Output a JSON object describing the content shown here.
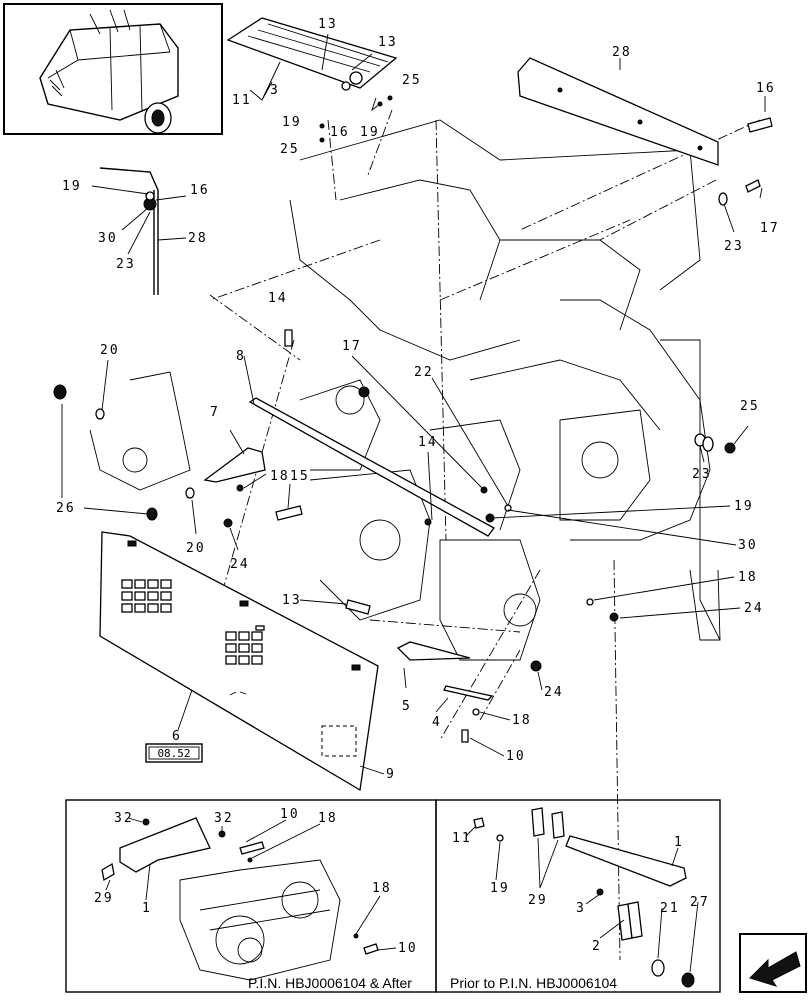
{
  "callouts": [
    {
      "id": "c-11-top",
      "label": "11"
    },
    {
      "id": "c-3-top",
      "label": "3"
    },
    {
      "id": "c-13-top-a",
      "label": "13"
    },
    {
      "id": "c-13-top-b",
      "label": "13"
    },
    {
      "id": "c-25-top-a",
      "label": "25"
    },
    {
      "id": "c-19-top-a",
      "label": "19"
    },
    {
      "id": "c-16-top",
      "label": "16"
    },
    {
      "id": "c-19-top-b",
      "label": "19"
    },
    {
      "id": "c-25-top-b",
      "label": "25"
    },
    {
      "id": "c-28-top",
      "label": "28"
    },
    {
      "id": "c-16-right",
      "label": "16"
    },
    {
      "id": "c-17-right",
      "label": "17"
    },
    {
      "id": "c-23-right",
      "label": "23"
    },
    {
      "id": "c-19-left",
      "label": "19"
    },
    {
      "id": "c-16-left",
      "label": "16"
    },
    {
      "id": "c-30-left",
      "label": "30"
    },
    {
      "id": "c-23-left",
      "label": "23"
    },
    {
      "id": "c-28-left",
      "label": "28"
    },
    {
      "id": "c-14-mid",
      "label": "14"
    },
    {
      "id": "c-20-a",
      "label": "20"
    },
    {
      "id": "c-8",
      "label": "8"
    },
    {
      "id": "c-17-mid",
      "label": "17"
    },
    {
      "id": "c-22",
      "label": "22"
    },
    {
      "id": "c-25-mid",
      "label": "25"
    },
    {
      "id": "c-7",
      "label": "7"
    },
    {
      "id": "c-14-b",
      "label": "14"
    },
    {
      "id": "c-18-a",
      "label": "18"
    },
    {
      "id": "c-15",
      "label": "15"
    },
    {
      "id": "c-23-mid",
      "label": "23"
    },
    {
      "id": "c-19-mid",
      "label": "19"
    },
    {
      "id": "c-26",
      "label": "26"
    },
    {
      "id": "c-20-b",
      "label": "20"
    },
    {
      "id": "c-24-a",
      "label": "24"
    },
    {
      "id": "c-30-mid",
      "label": "30"
    },
    {
      "id": "c-18-b",
      "label": "18"
    },
    {
      "id": "c-13-mid",
      "label": "13"
    },
    {
      "id": "c-24-b",
      "label": "24"
    },
    {
      "id": "c-24-c",
      "label": "24"
    },
    {
      "id": "c-5",
      "label": "5"
    },
    {
      "id": "c-4",
      "label": "4"
    },
    {
      "id": "c-18-c",
      "label": "18"
    },
    {
      "id": "c-10-mid",
      "label": "10"
    },
    {
      "id": "c-6",
      "label": "6"
    },
    {
      "id": "c-9",
      "label": "9"
    },
    {
      "id": "c-32-a",
      "label": "32"
    },
    {
      "id": "c-32-b",
      "label": "32"
    },
    {
      "id": "c-10-inset",
      "label": "10"
    },
    {
      "id": "c-18-inset-a",
      "label": "18"
    },
    {
      "id": "c-29-inset",
      "label": "29"
    },
    {
      "id": "c-1-inset",
      "label": "1"
    },
    {
      "id": "c-18-inset-b",
      "label": "18"
    },
    {
      "id": "c-10-inset-b",
      "label": "10"
    },
    {
      "id": "c-11-right",
      "label": "11"
    },
    {
      "id": "c-19-right",
      "label": "19"
    },
    {
      "id": "c-29-right",
      "label": "29"
    },
    {
      "id": "c-1-right",
      "label": "1"
    },
    {
      "id": "c-3-right",
      "label": "3"
    },
    {
      "id": "c-21-right",
      "label": "21"
    },
    {
      "id": "c-27-right",
      "label": "27"
    },
    {
      "id": "c-2-right",
      "label": "2"
    }
  ],
  "ref_box": "08.52",
  "inset_left_caption": "P.I.N. HBJ0006104 & After",
  "inset_right_caption": "Prior to P.I.N. HBJ0006104",
  "nav_icon": "arrow-icon"
}
